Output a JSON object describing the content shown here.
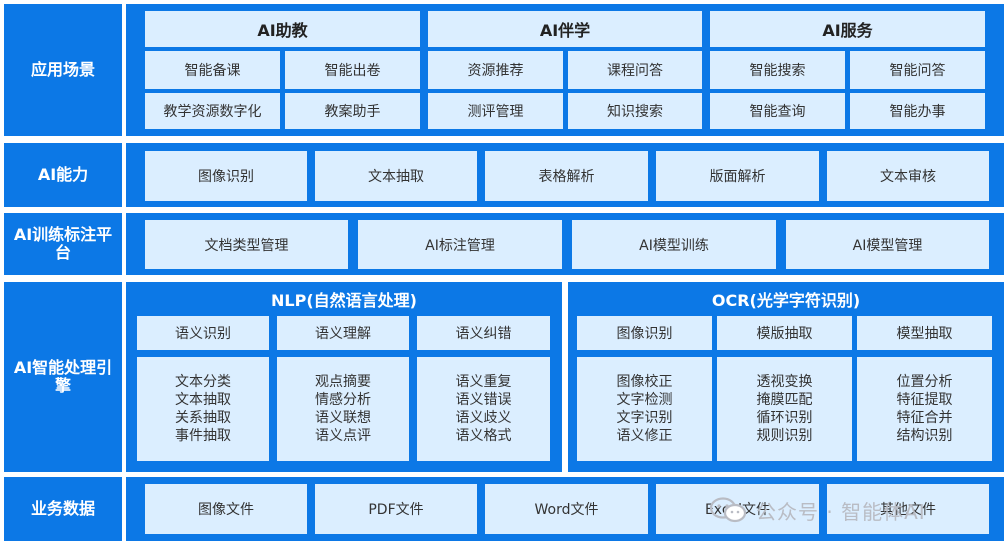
{
  "rows": {
    "app_scenario": {
      "label": "应用场景",
      "groups": [
        {
          "title": "AI助教",
          "items": [
            "智能备课",
            "智能出卷",
            "教学资源数字化",
            "教案助手"
          ]
        },
        {
          "title": "AI伴学",
          "items": [
            "资源推荐",
            "课程问答",
            "测评管理",
            "知识搜索"
          ]
        },
        {
          "title": "AI服务",
          "items": [
            "智能搜索",
            "智能问答",
            "智能查询",
            "智能办事"
          ]
        }
      ]
    },
    "ai_capability": {
      "label": "AI能力",
      "items": [
        "图像识别",
        "文本抽取",
        "表格解析",
        "版面解析",
        "文本审核"
      ]
    },
    "training_platform": {
      "label": "AI训练标注平台",
      "items": [
        "文档类型管理",
        "AI标注管理",
        "AI模型训练",
        "AI模型管理"
      ]
    },
    "engine": {
      "label": "AI智能处理引擎",
      "nlp": {
        "title": "NLP(自然语言处理)",
        "heads": [
          "语义识别",
          "语义理解",
          "语义纠错"
        ],
        "lists": [
          [
            "文本分类",
            "文本抽取",
            "关系抽取",
            "事件抽取"
          ],
          [
            "观点摘要",
            "情感分析",
            "语义联想",
            "语义点评"
          ],
          [
            "语义重复",
            "语义错误",
            "语义歧义",
            "语义格式"
          ]
        ]
      },
      "ocr": {
        "title": "OCR(光学字符识别)",
        "heads": [
          "图像识别",
          "模版抽取",
          "模型抽取"
        ],
        "lists": [
          [
            "图像校正",
            "文字检测",
            "文字识别",
            "语义修正"
          ],
          [
            "透视变换",
            "掩膜匹配",
            "循环识别",
            "规则识别"
          ],
          [
            "位置分析",
            "特征提取",
            "特征合并",
            "结构识别"
          ]
        ]
      }
    },
    "business_data": {
      "label": "业务数据",
      "items": [
        "图像文件",
        "PDF文件",
        "Word文件",
        "Excel文件",
        "其他文件"
      ]
    }
  },
  "watermark": {
    "text": "公众号 · 智能体AI",
    "icon": "wechat-icon"
  },
  "colors": {
    "frame": "#0c78e6",
    "cell": "#dbeeff",
    "text": "#333333"
  }
}
